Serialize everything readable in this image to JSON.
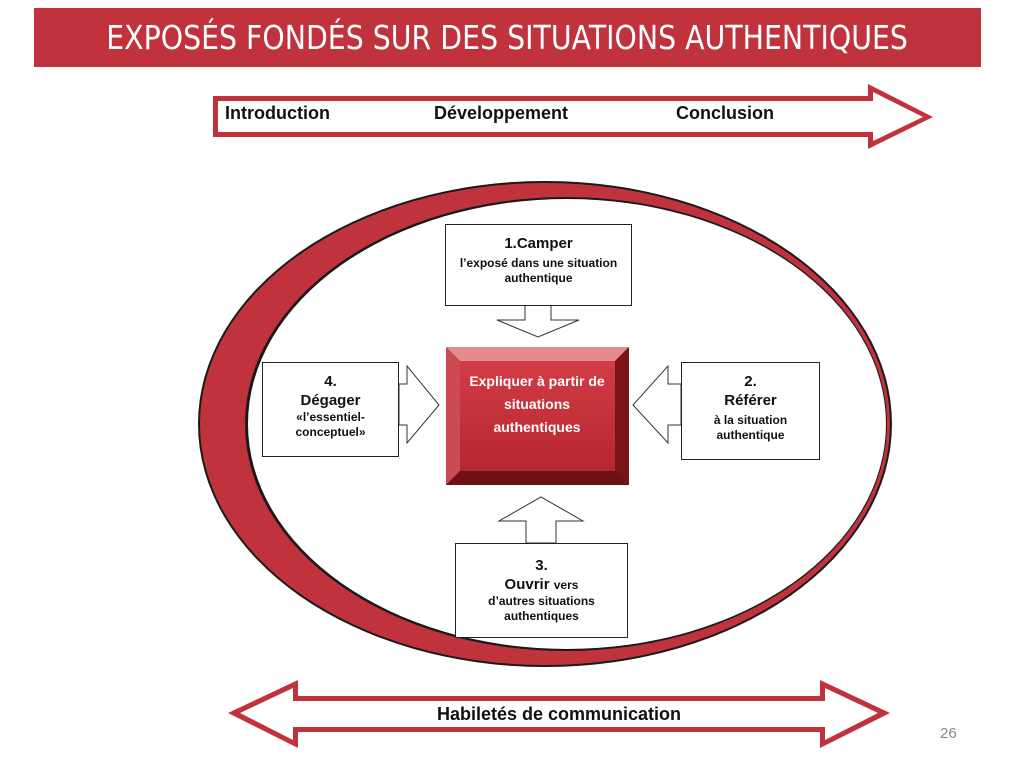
{
  "title": "EXPOSÉS FONDÉS SUR DES SITUATIONS AUTHENTIQUES",
  "phases": [
    "Introduction",
    "Développement",
    "Conclusion"
  ],
  "center": "Expliquer à partir de situations authentiques",
  "steps": {
    "camper": {
      "head": "1.Camper",
      "sub": "l’exposé dans une situation authentique"
    },
    "referer": {
      "num": "2.",
      "head": "Référer",
      "sub": "à la situation authentique"
    },
    "ouvrir": {
      "num": "3.",
      "head": "Ouvrir",
      "inline": "vers",
      "sub": "d’autres situations authentiques"
    },
    "degager": {
      "num": "4.",
      "head": "Dégager",
      "sub": "«l’essentiel-conceptuel»"
    }
  },
  "bottom_label": "Habiletés de communication",
  "page_number": "26",
  "colors": {
    "accent": "#c0323c",
    "dark_red": "#8e1b22"
  }
}
